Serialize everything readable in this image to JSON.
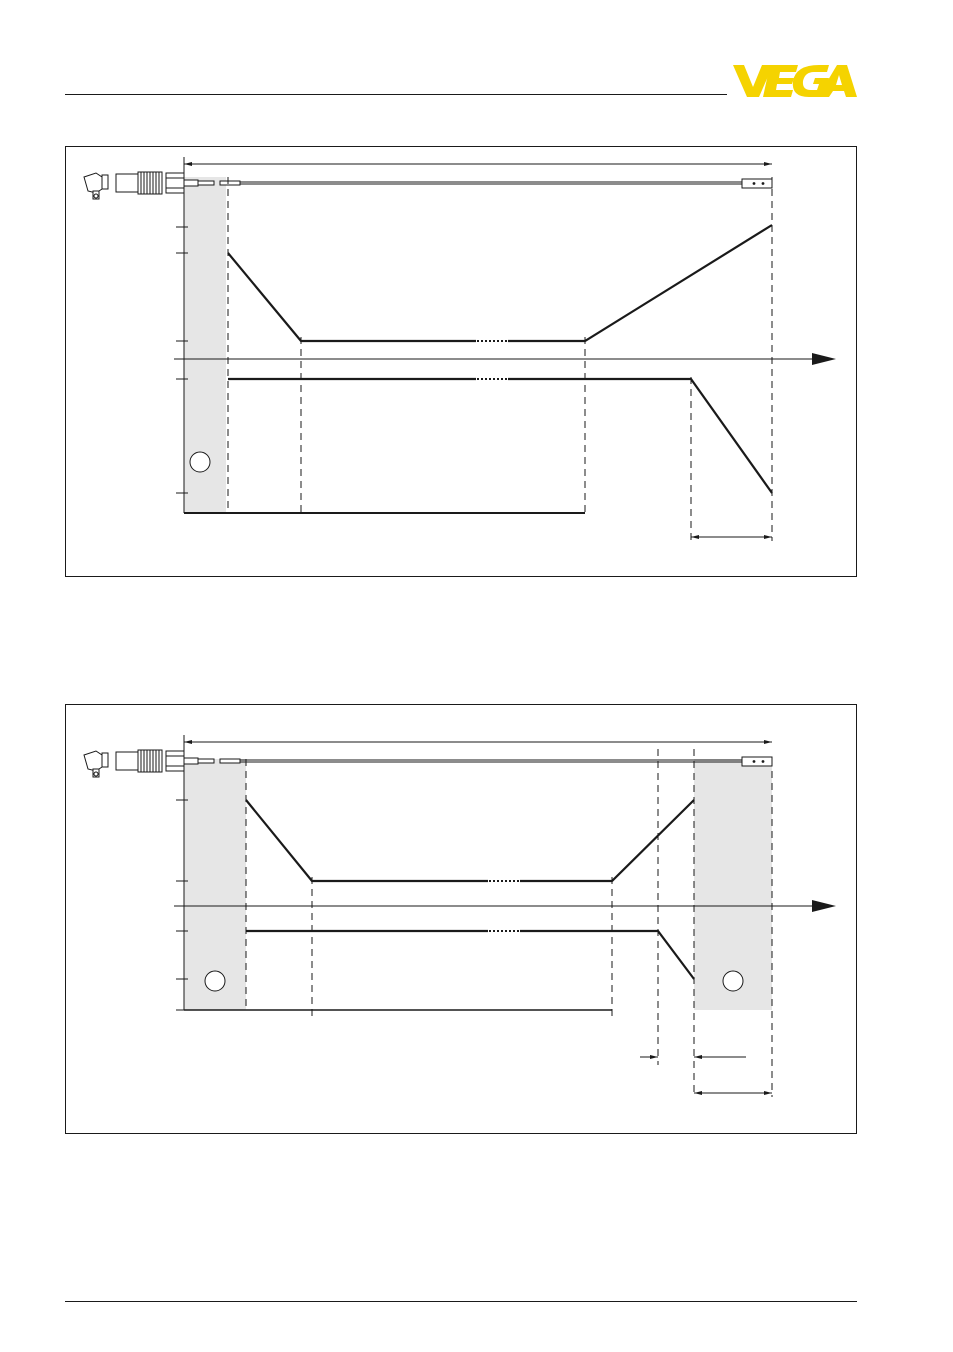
{
  "header": {
    "logo_text": "VEGA"
  },
  "colors": {
    "logo_yellow": "#f5d300",
    "ink": "#1a1a1a",
    "dead_zone_fill": "#e6e6e6"
  },
  "figures": [
    {
      "name": "figure-1",
      "marker_count": 1
    },
    {
      "name": "figure-2",
      "marker_count": 2
    }
  ]
}
